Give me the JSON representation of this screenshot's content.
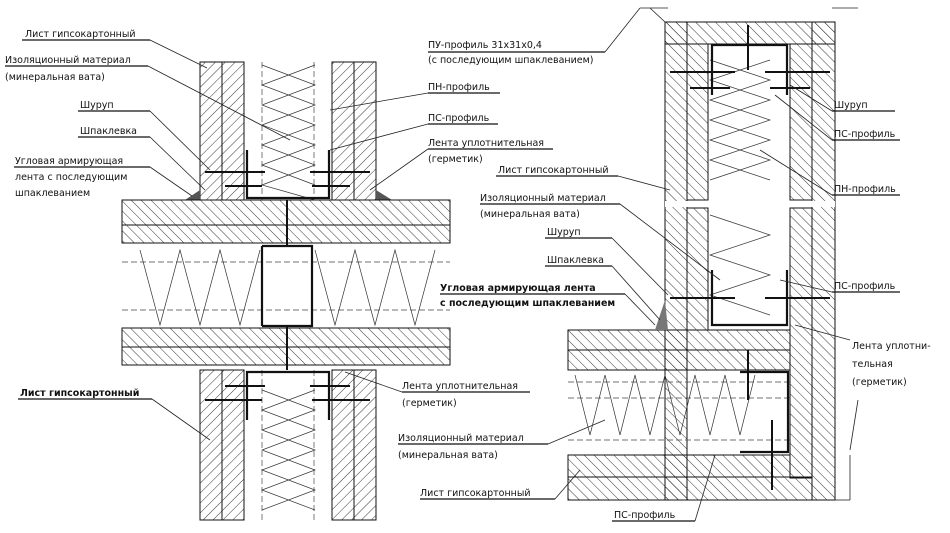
{
  "left": {
    "gkl_top": "Лист гипсокартонный",
    "insulation_1": "Изоляционный материал",
    "insulation_2": "(минеральная вата)",
    "screw": "Шуруп",
    "putty": "Шпаклевка",
    "corner_tape_1": "Угловая армирующая",
    "corner_tape_2": "лента с последующим",
    "corner_tape_3": "шпаклеванием",
    "pu_profile_1": "ПУ-профиль 31x31x0,4",
    "pu_profile_2": "(с последующим шпаклеванием)",
    "pn_profile": "ПН-профиль",
    "ps_profile": "ПС-профиль",
    "seal_1": "Лента уплотнительная",
    "seal_2": "(герметик)",
    "gkl_bottom": "Лист гипсокартонный",
    "seal_bottom_1": "Лента уплотнительная",
    "seal_bottom_2": "(герметик)"
  },
  "right": {
    "screw_top": "Шуруп",
    "ps_profile_top": "ПС-профиль",
    "pn_profile": "ПН-профиль",
    "gkl": "Лист гипсокартонный",
    "insulation_1": "Изоляционный материал",
    "insulation_2": "(минеральная вата)",
    "screw": "Шуруп",
    "putty": "Шпаклевка",
    "corner_tape_1": "Угловая армирующая лента",
    "corner_tape_2": "с последующим шпаклеванием",
    "ps_profile_mid": "ПС-профиль",
    "seal_1": "Лента уплотни-",
    "seal_2": "тельная",
    "seal_3": "(герметик)",
    "insulation_bottom_1": "Изоляционный материал",
    "insulation_bottom_2": "(минеральная вата)",
    "gkl_bottom": "Лист гипсокартонный",
    "ps_profile_bottom": "ПС-профиль"
  }
}
